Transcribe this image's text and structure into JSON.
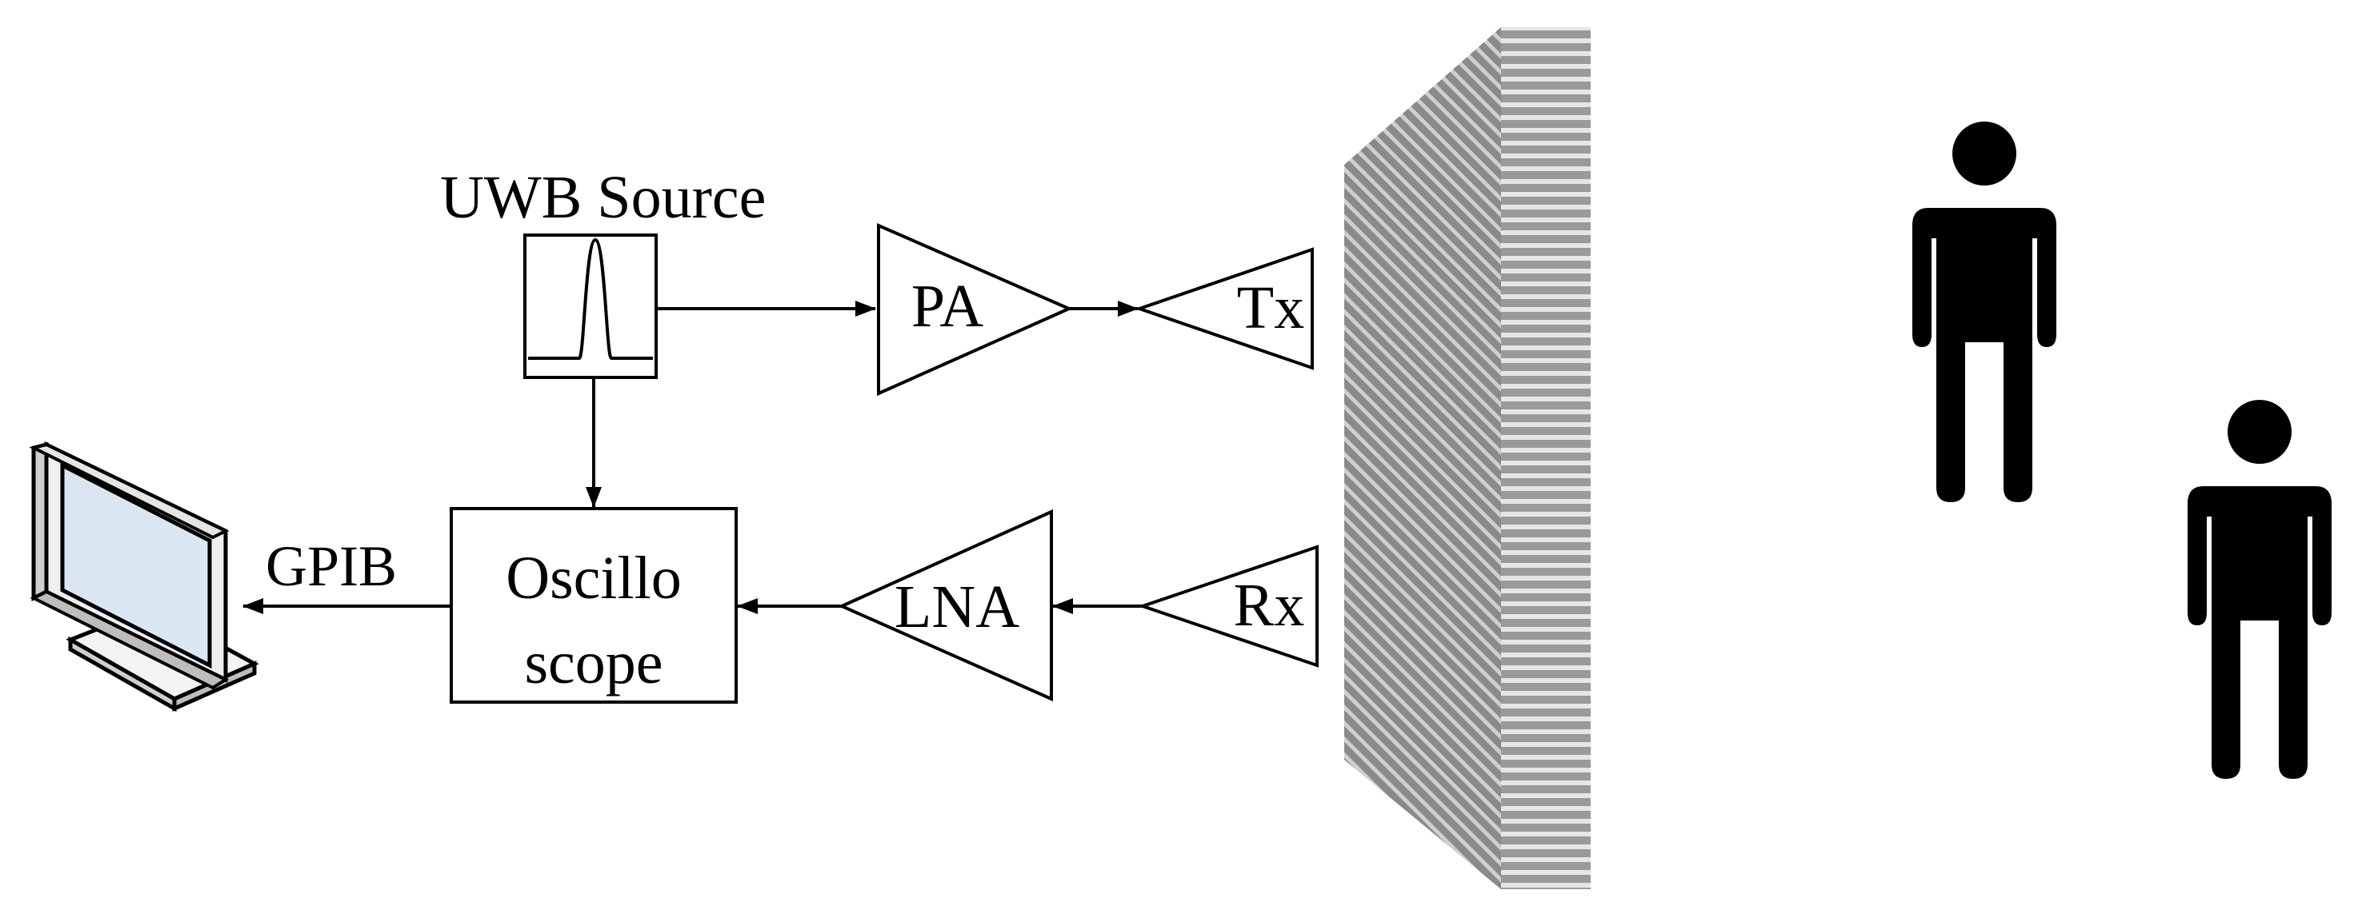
{
  "labels": {
    "uwb_source": "UWB Source",
    "pa": "PA",
    "tx": "Tx",
    "rx": "Rx",
    "lna": "LNA",
    "oscilloscope_line1": "Oscillo",
    "oscilloscope_line2": "scope",
    "gpib": "GPIB"
  },
  "icons": {
    "computer": "computer-monitor-icon",
    "wall": "wall-icon",
    "person": "person-icon"
  },
  "colors": {
    "line": "#000000",
    "wall_light": "#d9d9d9",
    "wall_dark": "#8c8c8c",
    "screen": "#dbe6f3"
  }
}
